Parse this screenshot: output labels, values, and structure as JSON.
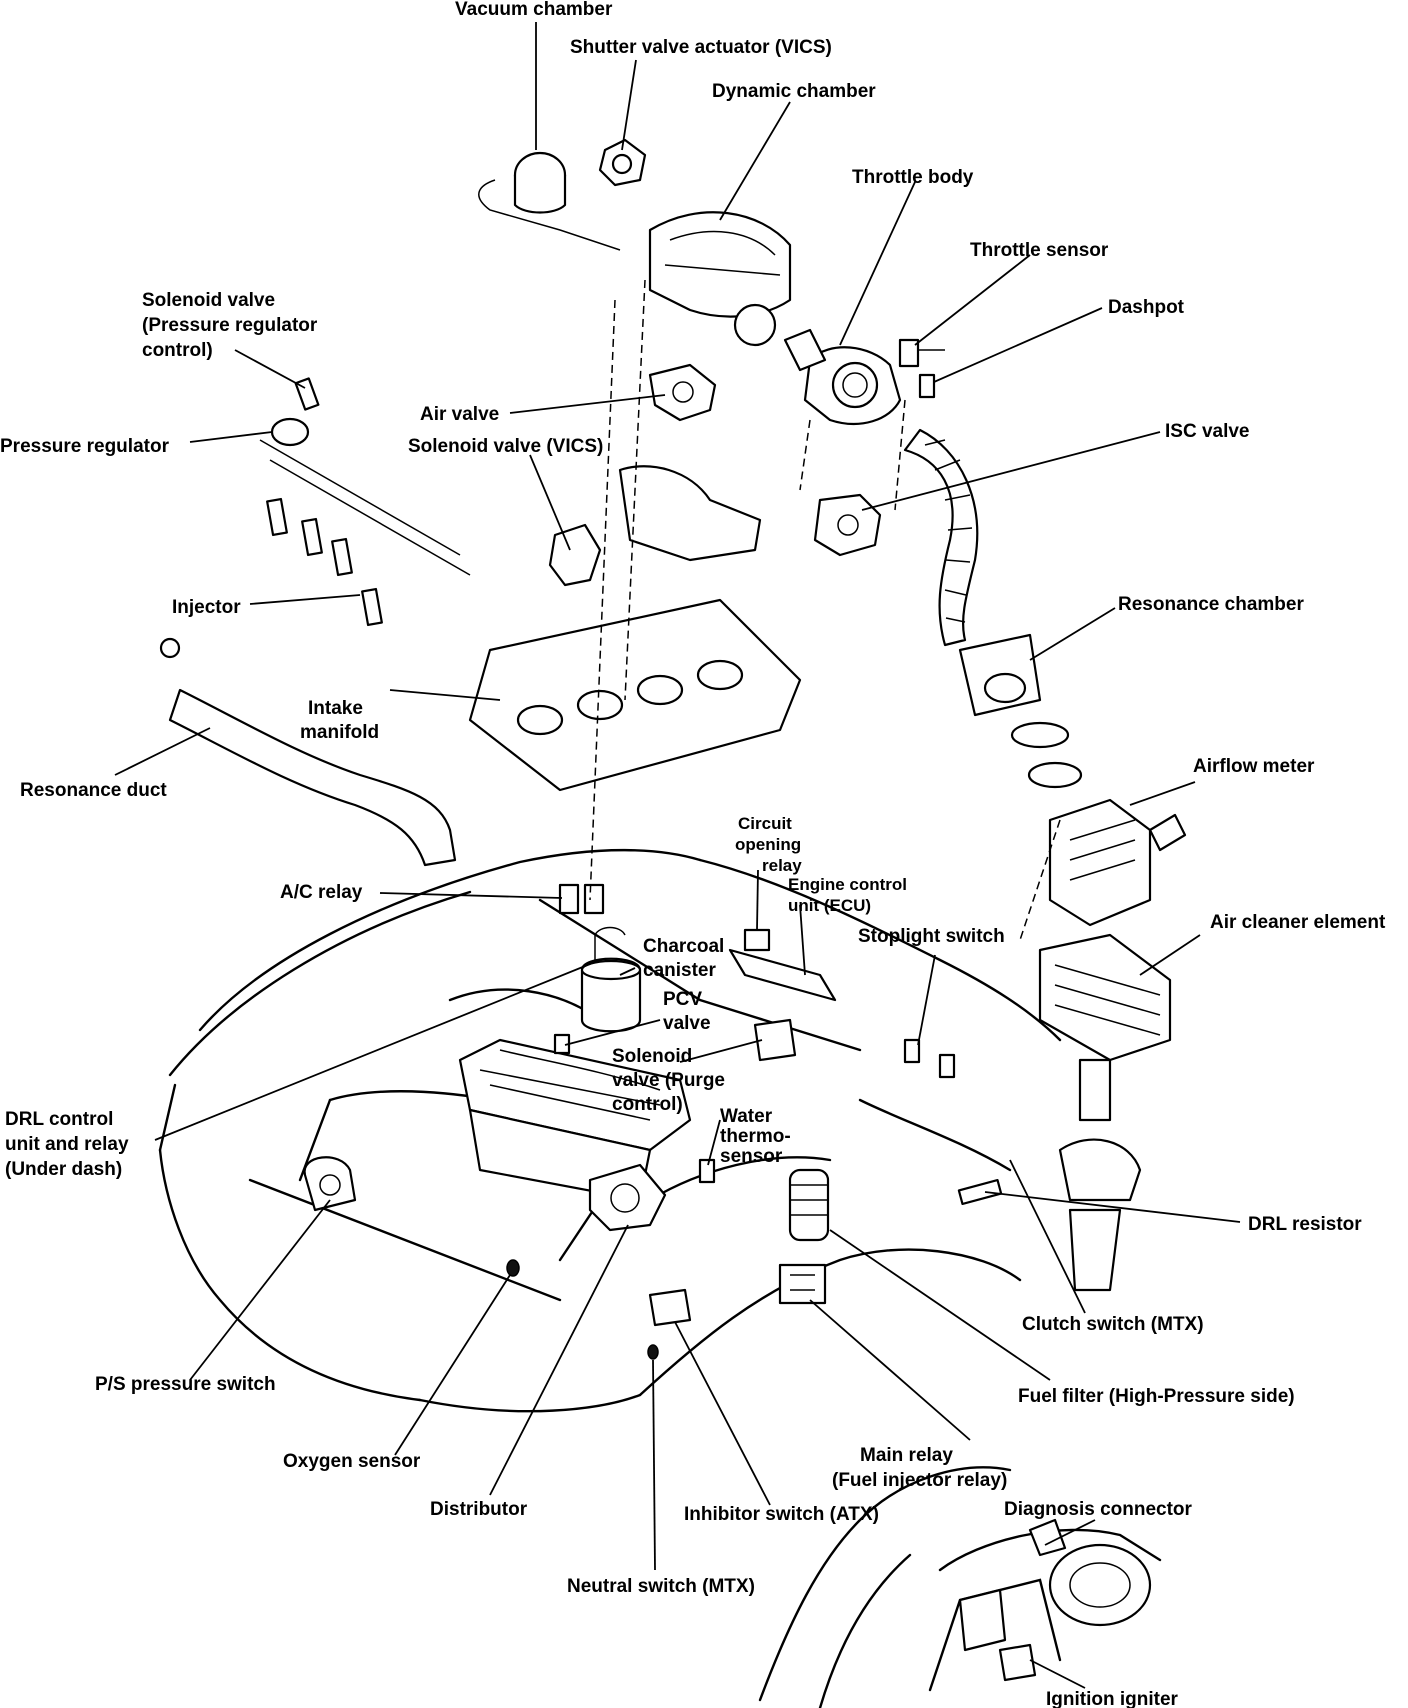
{
  "labels": {
    "vacuum_chamber": "Vacuum chamber",
    "shutter_valve_actuator": "Shutter valve actuator (VICS)",
    "dynamic_chamber": "Dynamic chamber",
    "throttle_body": "Throttle body",
    "throttle_sensor": "Throttle sensor",
    "dashpot": "Dashpot",
    "solenoid_valve_prc": [
      "Solenoid valve",
      "(Pressure regulator",
      "control)"
    ],
    "air_valve": "Air valve",
    "pressure_regulator": "Pressure regulator",
    "solenoid_valve_vics": "Solenoid valve (VICS)",
    "isc_valve": "ISC valve",
    "injector": "Injector",
    "resonance_chamber": "Resonance chamber",
    "intake_manifold": [
      "Intake",
      "manifold"
    ],
    "resonance_duct": "Resonance duct",
    "airflow_meter": "Airflow meter",
    "circuit_opening_relay": [
      "Circuit",
      "opening",
      "relay"
    ],
    "engine_control_unit": [
      "Engine control",
      "unit (ECU)"
    ],
    "ac_relay": "A/C relay",
    "air_cleaner_element": "Air cleaner element",
    "stoplight_switch": "Stoplight switch",
    "charcoal_canister": [
      "Charcoal",
      "canister"
    ],
    "pcv_valve": [
      "PCV",
      "valve"
    ],
    "solenoid_valve_purge": [
      "Solenoid",
      "valve (Purge",
      "control)"
    ],
    "water_thermosensor": [
      "Water",
      "thermo-",
      "sensor"
    ],
    "drl_control_unit": [
      "DRL control",
      "unit and relay",
      "(Under dash)"
    ],
    "drl_resistor": "DRL resistor",
    "clutch_switch": "Clutch switch (MTX)",
    "ps_pressure_switch": "P/S pressure switch",
    "fuel_filter": "Fuel filter (High-Pressure side)",
    "oxygen_sensor": "Oxygen sensor",
    "main_relay": [
      "Main relay",
      "(Fuel injector relay)"
    ],
    "distributor": "Distributor",
    "inhibitor_switch": "Inhibitor switch (ATX)",
    "diagnosis_connector": "Diagnosis connector",
    "neutral_switch": "Neutral switch (MTX)",
    "ignition_igniter": "Ignition igniter"
  }
}
